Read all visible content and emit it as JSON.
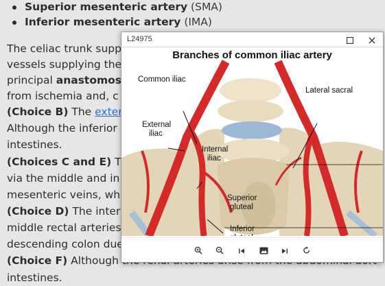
{
  "article": {
    "bullets": [
      {
        "bold": "Superior mesenteric artery",
        "rest": " (SMA)"
      },
      {
        "bold": "Inferior mesenteric artery",
        "rest": " (IMA)"
      }
    ],
    "lines": {
      "l1": "The celiac trunk supp",
      "l2": "vessels supplying the",
      "l3a": "principal ",
      "l3b": "anastomos",
      "l4": "from ischemia and, c",
      "l5a": "(Choice B)",
      "l5b": "  The ",
      "l5link": "exter",
      "l6": "Although the inferior",
      "l7": "intestines.",
      "l8a": "(Choices C and E)",
      "l8b": "  Th",
      "l9": "via the middle and in",
      "l10": "mesenteric veins, wh",
      "l11a": "(Choice D)",
      "l11b": "  The inter",
      "l12": "middle rectal arteries",
      "l13": "descending colon due to its proximity to the watershed collateral ci",
      "l14a": "(Choice F)",
      "l14b": "  Although the renal arteries arise from the abdominal aort",
      "l15": "intestines."
    }
  },
  "viewer": {
    "window_title": "L24975",
    "figure_title": "Branches of common iliac artery",
    "labels": {
      "common_iliac": "Common iliac",
      "lateral_sacral": "Lateral sacral",
      "external_iliac_1": "External",
      "external_iliac_2": "iliac",
      "internal_iliac_1": "Internal",
      "internal_iliac_2": "iliac",
      "superior_gluteal_1": "Superior",
      "superior_gluteal_2": "gluteal",
      "inferior_gluteal_1": "Inferior",
      "inferior_gluteal_2": "gluteal"
    },
    "toolbar_icons": [
      "zoom-in-icon",
      "zoom-out-icon",
      "previous-icon",
      "image-icon",
      "next-icon",
      "rotate-icon"
    ]
  },
  "colors": {
    "artery": "#d42a2a",
    "bone": "#e8dcc0",
    "link": "#2a6fd6"
  }
}
